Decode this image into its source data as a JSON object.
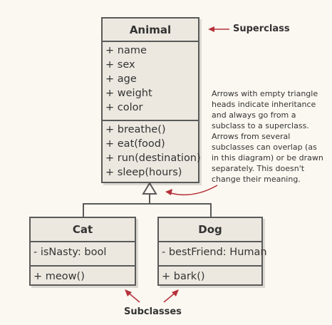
{
  "classes": {
    "animal": {
      "name": "Animal",
      "attributes": [
        "+ name",
        "+ sex",
        "+ age",
        "+ weight",
        "+ color"
      ],
      "methods": [
        "+ breathe()",
        "+ eat(food)",
        "+ run(destination)",
        "+ sleep(hours)"
      ]
    },
    "cat": {
      "name": "Cat",
      "attributes": [
        "- isNasty: bool"
      ],
      "methods": [
        "+ meow()"
      ]
    },
    "dog": {
      "name": "Dog",
      "attributes": [
        "- bestFriend: Human"
      ],
      "methods": [
        "+ bark()"
      ]
    }
  },
  "labels": {
    "superclass": "Superclass",
    "subclasses": "Subclasses"
  },
  "note": "Arrows with empty triangle heads indicate inheritance and always go from a subclass to a superclass. Arrows from several subclasses can overlap (as in this diagram) or be drawn separately. This doesn't change their meaning.",
  "colors": {
    "annotation_arrow": "#b5323a",
    "line": "#5a5a5a",
    "box_fill": "#ece8e0",
    "background": "#fbf8f1"
  }
}
